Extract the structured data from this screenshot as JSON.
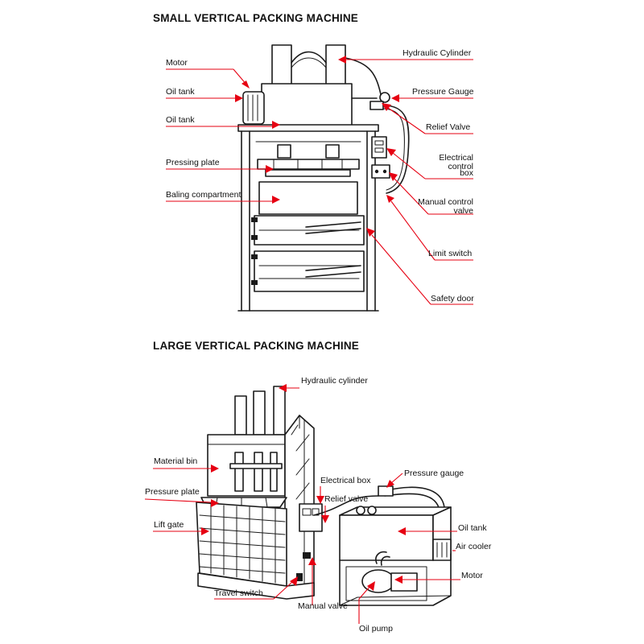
{
  "small": {
    "title": "SMALL VERTICAL PACKING MACHINE",
    "labels": {
      "motor": "Motor",
      "oil_tank_1": "Oil tank",
      "oil_tank_2": "Oil tank",
      "pressing_plate": "Pressing plate",
      "baling_compartment": "Baling compartment",
      "hydraulic_cylinder": "Hydraulic Cylinder",
      "pressure_gauge": "Pressure Gauge",
      "relief_valve": "Relief Valve",
      "electrical_control_box": [
        "Electrical",
        "control",
        "box"
      ],
      "manual_control_valve": [
        "Manual control",
        "valve"
      ],
      "limit_switch": "Limit switch",
      "safety_door": "Safety door"
    }
  },
  "large": {
    "title": "LARGE VERTICAL PACKING MACHINE",
    "labels": {
      "hydraulic_cylinder": "Hydraulic cylinder",
      "material_bin": "Material bin",
      "pressure_plate": "Pressure plate",
      "lift_gate": "Lift gate",
      "travel_switch": "Travel switch",
      "electrical_box": "Electrical box",
      "relief_valve": "Relief valve",
      "manual_valve": "Manual valve",
      "pressure_gauge": "Pressure gauge",
      "oil_tank": "Oil tank",
      "air_cooler": "Air cooler",
      "motor": "Motor",
      "oil_pump": "Oil pump"
    }
  },
  "colors": {
    "callout": "#e60012",
    "line_art": "#1a1a1a",
    "background": "#ffffff"
  }
}
